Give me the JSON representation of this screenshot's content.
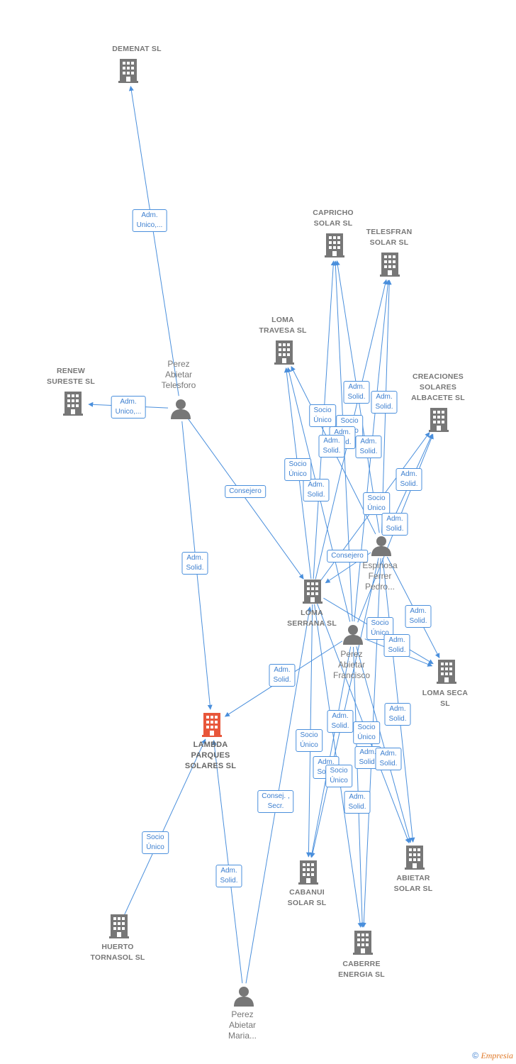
{
  "colors": {
    "edge": "#4a8fdc",
    "node": "#777777",
    "target": "#e8563a"
  },
  "nodes": [
    {
      "id": "demenat",
      "label": "DEMENAT SL",
      "type": "company"
    },
    {
      "id": "capricho",
      "label": "CAPRICHO\nSOLAR  SL",
      "type": "company"
    },
    {
      "id": "telesfran",
      "label": "TELESFRAN\nSOLAR  SL",
      "type": "company"
    },
    {
      "id": "loma_travesa",
      "label": "LOMA\nTRAVESA  SL",
      "type": "company"
    },
    {
      "id": "creaciones",
      "label": "CREACIONES\nSOLARES\nALBACETE  SL",
      "type": "company"
    },
    {
      "id": "renew",
      "label": "RENEW\nSURESTE SL",
      "type": "company"
    },
    {
      "id": "telesforo",
      "label": "Perez\nAbietar\nTelesforo",
      "type": "person"
    },
    {
      "id": "espinosa",
      "label": "Espinosa\nFerrer\nPedro...",
      "type": "person"
    },
    {
      "id": "loma_serrana",
      "label": "LOMA\nSERRANA SL",
      "type": "company"
    },
    {
      "id": "francisco",
      "label": "Perez\nAbietar\nFrancisco",
      "type": "person"
    },
    {
      "id": "loma_seca",
      "label": "LOMA SECA\nSL",
      "type": "company"
    },
    {
      "id": "lambda",
      "label": "LAMBDA\nPARQUES\nSOLARES  SL",
      "type": "target"
    },
    {
      "id": "abietar_solar",
      "label": "ABIETAR\nSOLAR  SL",
      "type": "company"
    },
    {
      "id": "cabanui",
      "label": "CABANUI\nSOLAR  SL",
      "type": "company"
    },
    {
      "id": "huerto",
      "label": "HUERTO\nTORNASOL  SL",
      "type": "company"
    },
    {
      "id": "caberre",
      "label": "CABERRE\nENERGIA  SL",
      "type": "company"
    },
    {
      "id": "maria",
      "label": "Perez\nAbietar\nMaria...",
      "type": "person"
    }
  ],
  "edges": [
    {
      "from": "telesforo",
      "to": "demenat",
      "label": "Adm.\nUnico,..."
    },
    {
      "from": "telesforo",
      "to": "renew",
      "label": "Adm.\nUnico,..."
    },
    {
      "from": "telesforo",
      "to": "loma_serrana",
      "label": "Consejero"
    },
    {
      "from": "telesforo",
      "to": "lambda",
      "label": "Adm.\nSolid."
    },
    {
      "from": "francisco",
      "to": "capricho",
      "label": "Adm.\nSolid."
    },
    {
      "from": "francisco",
      "to": "telesfran",
      "label": "Adm.\nSolid."
    },
    {
      "from": "francisco",
      "to": "loma_travesa",
      "label": "Socio\nÚnico"
    },
    {
      "from": "francisco",
      "to": "creaciones",
      "label": "Adm.\nSolid."
    },
    {
      "from": "espinosa",
      "to": "capricho",
      "label": "Socio\nÚnico"
    },
    {
      "from": "espinosa",
      "to": "telesfran",
      "label": "Adm.\nSolid."
    },
    {
      "from": "espinosa",
      "to": "loma_travesa",
      "label": "Adm.\nSolid."
    },
    {
      "from": "espinosa",
      "to": "creaciones",
      "label": "Socio\nÚnico"
    },
    {
      "from": "loma_serrana",
      "to": "capricho",
      "label": "Adm.\nSolid."
    },
    {
      "from": "loma_serrana",
      "to": "loma_travesa",
      "label": "Socio\nÚnico"
    },
    {
      "from": "loma_serrana",
      "to": "telesfran",
      "label": "Adm.\nSolid."
    },
    {
      "from": "loma_serrana",
      "to": "creaciones",
      "label": "Adm.\nSolid."
    },
    {
      "from": "espinosa",
      "to": "loma_serrana",
      "label": "Consejero"
    },
    {
      "from": "espinosa",
      "to": "loma_seca",
      "label": "Adm.\nSolid."
    },
    {
      "from": "francisco",
      "to": "loma_seca",
      "label": "Socio\nÚnico"
    },
    {
      "from": "loma_serrana",
      "to": "loma_seca",
      "label": "Adm.\nSolid."
    },
    {
      "from": "francisco",
      "to": "lambda",
      "label": "Adm.\nSolid."
    },
    {
      "from": "espinosa",
      "to": "abietar_solar",
      "label": "Adm.\nSolid."
    },
    {
      "from": "francisco",
      "to": "abietar_solar",
      "label": "Socio\nÚnico"
    },
    {
      "from": "loma_serrana",
      "to": "abietar_solar",
      "label": "Adm.\nSolid."
    },
    {
      "from": "espinosa",
      "to": "cabanui",
      "label": "Adm.\nSolid."
    },
    {
      "from": "loma_serrana",
      "to": "cabanui",
      "label": "Socio\nÚnico"
    },
    {
      "from": "francisco",
      "to": "cabanui",
      "label": "Adm.\nSolid."
    },
    {
      "from": "loma_serrana",
      "to": "caberre",
      "label": "Socio\nÚnico"
    },
    {
      "from": "francisco",
      "to": "caberre",
      "label": "Adm.\nSolid."
    },
    {
      "from": "espinosa",
      "to": "caberre",
      "label": "Adm.\nSolid."
    },
    {
      "from": "huerto",
      "to": "lambda",
      "label": "Socio\nÚnico"
    },
    {
      "from": "maria",
      "to": "lambda",
      "label": "Adm.\nSolid."
    },
    {
      "from": "maria",
      "to": "loma_serrana",
      "label": "Consej. ,\nSecr."
    }
  ],
  "footer": {
    "copyright": "©",
    "brand": "Empresia"
  }
}
